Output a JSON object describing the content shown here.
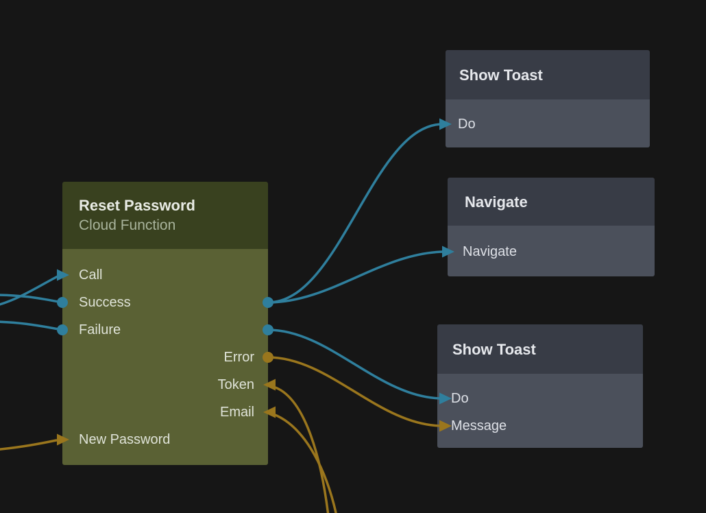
{
  "colors": {
    "background": "#161616",
    "exec": "#2f7f9d",
    "data": "#9a761d",
    "green_header": "#39411f",
    "green_body": "#5a6134",
    "gray_header": "#383c46",
    "gray_body": "#4b505b",
    "title": "#e9ece5",
    "subtitle": "#a9b49c",
    "port_label": "#dfe3d8",
    "gray_title": "#e6e8ec",
    "gray_port_label": "#dde0e6"
  },
  "nodes": {
    "reset_password": {
      "title": "Reset Password",
      "subtitle": "Cloud Function",
      "ports": {
        "call": "Call",
        "success": "Success",
        "failure": "Failure",
        "error": "Error",
        "token": "Token",
        "email": "Email",
        "new_password": "New Password"
      }
    },
    "show_toast_top": {
      "title": "Show Toast",
      "ports": {
        "do": "Do"
      }
    },
    "navigate": {
      "title": "Navigate",
      "ports": {
        "navigate": "Navigate"
      }
    },
    "show_toast_bottom": {
      "title": "Show Toast",
      "ports": {
        "do": "Do",
        "message": "Message"
      }
    }
  }
}
